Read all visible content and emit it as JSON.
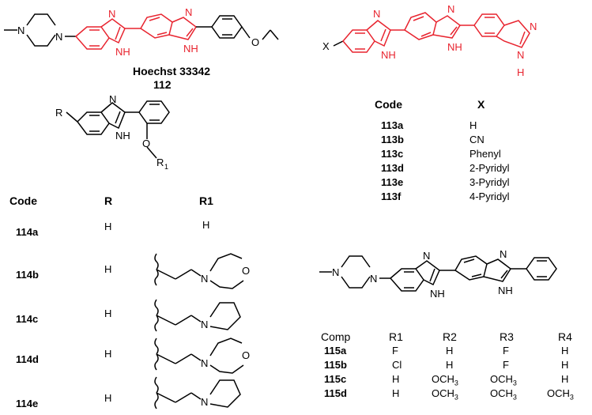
{
  "hoechst": {
    "name": "Hoechst 33342",
    "number": "112",
    "atoms": {
      "n1": "N",
      "n2": "N",
      "nh1": "NH",
      "n3": "N",
      "nh2": "NH",
      "n4": "N",
      "o": "O"
    }
  },
  "compound113": {
    "scaffold_atoms": {
      "x": "X",
      "n1": "N",
      "nh1": "NH",
      "n2": "N",
      "nh2": "NH",
      "n3": "N",
      "n4": "N",
      "h": "H"
    },
    "table": {
      "headers": [
        "Code",
        "X"
      ],
      "rows": [
        {
          "code": "113a",
          "x": "H"
        },
        {
          "code": "113b",
          "x": "CN"
        },
        {
          "code": "113c",
          "x": "Phenyl"
        },
        {
          "code": "113d",
          "x": "2-Pyridyl"
        },
        {
          "code": "113e",
          "x": "3-Pyridyl"
        },
        {
          "code": "113f",
          "x": "4-Pyridyl"
        }
      ]
    }
  },
  "compound114": {
    "scaffold_atoms": {
      "r": "R",
      "n": "N",
      "nh": "NH",
      "o": "O",
      "r1": "R",
      "r1_sub": "1"
    },
    "table": {
      "headers": [
        "Code",
        "R",
        "R1"
      ],
      "rows": [
        {
          "code": "114a",
          "r": "H",
          "r1": "H"
        },
        {
          "code": "114b",
          "r": "H",
          "r1": "morpholinoethyl"
        },
        {
          "code": "114c",
          "r": "H",
          "r1": "pyrrolidinoethyl"
        },
        {
          "code": "114d",
          "r": "H",
          "r1": "morpholinoethyl"
        },
        {
          "code": "114e",
          "r": "H",
          "r1": "pyrrolidinoethyl"
        }
      ],
      "side_chain_atoms": {
        "n": "N",
        "o": "O"
      }
    }
  },
  "compound115": {
    "scaffold_atoms": {
      "n1": "N",
      "n2": "N",
      "n3": "N",
      "nh1": "NH",
      "n4": "N",
      "nh2": "NH"
    },
    "table": {
      "headers": [
        "Comp",
        "R1",
        "R2",
        "R3",
        "R4"
      ],
      "rows": [
        {
          "code": "115a",
          "r1": "F",
          "r2": "H",
          "r3": "F",
          "r4": "H"
        },
        {
          "code": "115b",
          "r1": "Cl",
          "r2": "H",
          "r3": "F",
          "r4": "H"
        },
        {
          "code": "115c",
          "r1": "H",
          "r2": "OCH3",
          "r3": "OCH3",
          "r4": "H"
        },
        {
          "code": "115d",
          "r1": "H",
          "r2": "OCH3",
          "r3": "OCH3",
          "r4": "OCH3"
        }
      ]
    }
  },
  "colors": {
    "highlight": "#e8242f",
    "ink": "#000000"
  }
}
